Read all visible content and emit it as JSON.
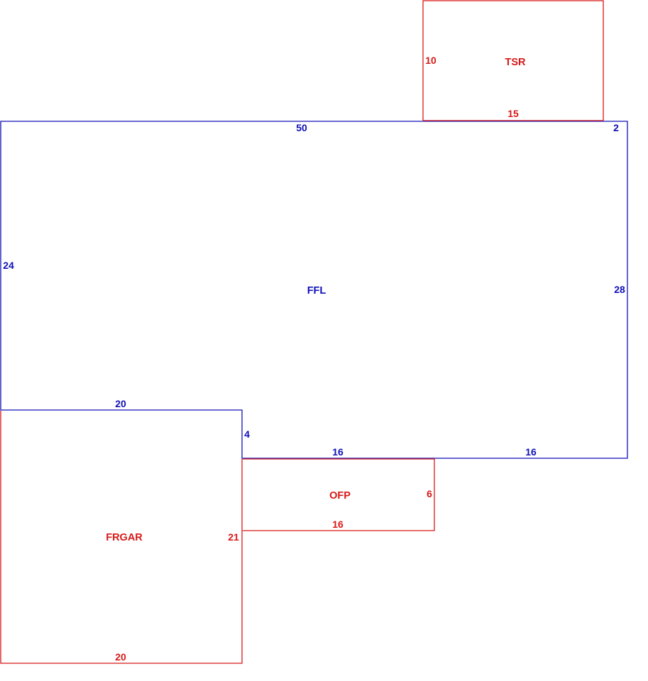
{
  "colors": {
    "main_area": "#1010b8",
    "sub_area": "#d81818"
  },
  "areas": {
    "ffl": {
      "label": "FFL",
      "dims": {
        "top": "50",
        "top_right_step": "2",
        "left": "24",
        "right": "28",
        "bottom_left": "20",
        "notch": "4",
        "bottom_mid": "16",
        "bottom_right": "16"
      }
    },
    "tsr": {
      "label": "TSR",
      "dims": {
        "left": "10",
        "bottom": "15"
      }
    },
    "frgar": {
      "label": "FRGAR",
      "dims": {
        "right": "21",
        "bottom": "20"
      }
    },
    "ofp": {
      "label": "OFP",
      "dims": {
        "right": "6",
        "bottom": "16"
      }
    }
  }
}
